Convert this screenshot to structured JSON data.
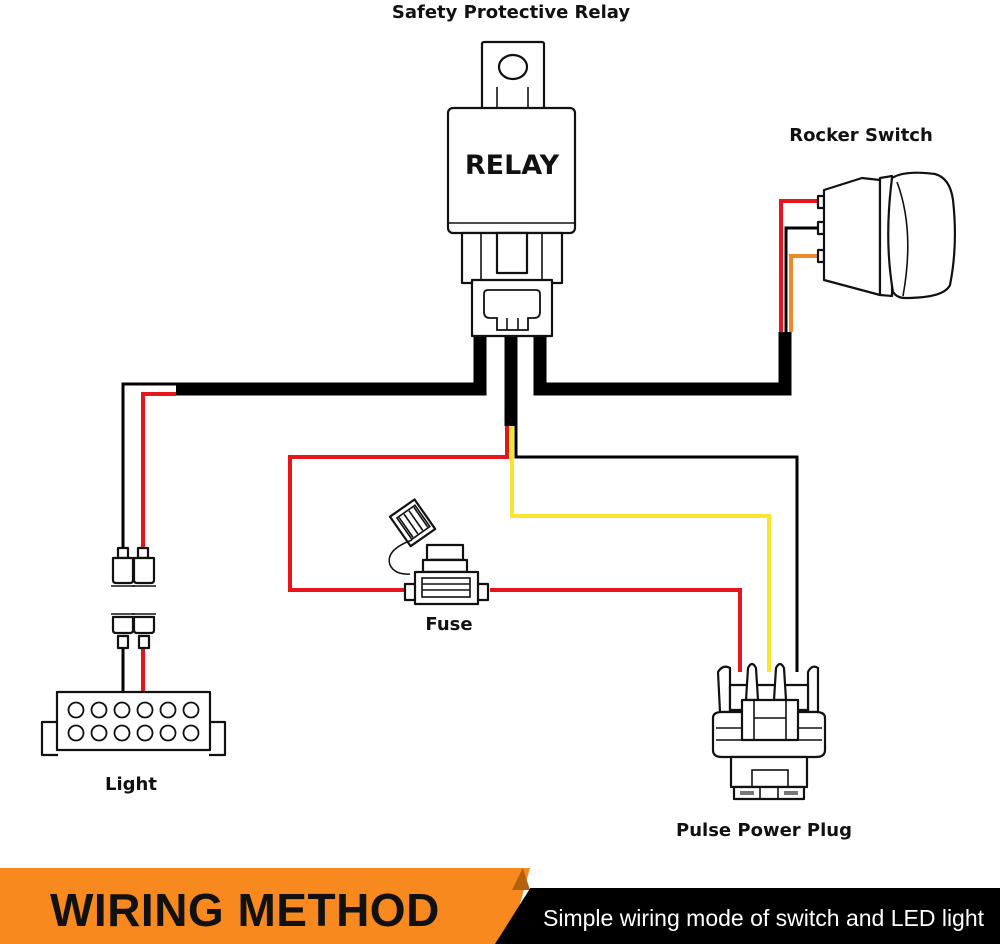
{
  "labels": {
    "relay_title": "Safety Protective Relay",
    "relay_body": "RELAY",
    "rocker_switch": "Rocker Switch",
    "fuse": "Fuse",
    "light": "Light",
    "pulse_power_plug": "Pulse Power Plug"
  },
  "banner": {
    "title": "WIRING METHOD",
    "subtitle": "Simple wiring mode of switch and LED light"
  },
  "colors": {
    "wire_black": "#000000",
    "wire_red": "#e8141b",
    "wire_yellow": "#f7e530",
    "wire_orange": "#f08a24",
    "banner_orange": "#f7891e",
    "banner_black": "#000000"
  },
  "components": [
    {
      "name": "Safety Protective Relay",
      "type": "relay"
    },
    {
      "name": "Rocker Switch",
      "type": "switch",
      "terminals": 3,
      "wires": [
        "red",
        "black",
        "orange"
      ]
    },
    {
      "name": "Fuse",
      "type": "inline fuse holder"
    },
    {
      "name": "Light",
      "type": "LED light bar",
      "leds": 12
    },
    {
      "name": "Pulse Power Plug",
      "type": "connector",
      "wires": [
        "red",
        "yellow",
        "black"
      ]
    }
  ]
}
